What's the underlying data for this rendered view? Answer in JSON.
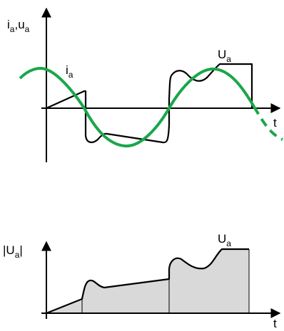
{
  "top_plot": {
    "y_axis_label": "i",
    "y_axis_label_sub_a": "a",
    "y_axis_label_sep": ",u",
    "y_axis_label_sub_b": "a",
    "x_axis_label": "t",
    "current_label": "i",
    "current_label_sub": "a",
    "voltage_label": "U",
    "voltage_label_sub": "a"
  },
  "bottom_plot": {
    "y_axis_label": "|U",
    "y_axis_label_sub": "a",
    "y_axis_label_end": "|",
    "x_axis_label": "t",
    "curve_label": "U",
    "curve_label_sub": "a"
  },
  "colors": {
    "sine": "#1aa64b",
    "voltage": "#000000",
    "fill": "#d9d9d9",
    "axis": "#000000"
  }
}
